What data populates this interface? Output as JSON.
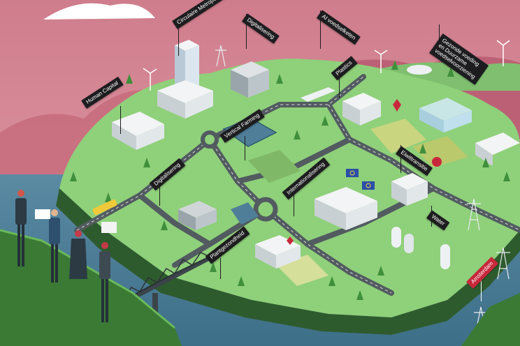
{
  "labels": {
    "human_capital": "Human Capital",
    "circulaire_metropool": "Circulaire Metropool",
    "digitalisering_top": "Digitalisering",
    "ai_voedselketen": "AI voedselketen",
    "plastics": "Plastics",
    "gezonde_voeding": "Gezonde voeding en Duurzame voedselvoorziening",
    "vertical_farming": "Vertical Farming",
    "digitalisering_left": "Digitalisering",
    "eiwittransitie": "Eiwittransitie",
    "internationalisering": "Internationalisering",
    "water": "Water",
    "plantgezondheid": "Plantgezondheid",
    "amsterdam": "Amsterdam"
  },
  "colors": {
    "sky": "#d98b98",
    "sky_top": "#c9707f",
    "island": "#8fd07a",
    "island_dark": "#5f9d52",
    "road": "#525b60",
    "water": "#4f7f98",
    "cliff": "#2d5a2b",
    "label_bg": "#1d1d1f",
    "accent_red": "#c8283c"
  },
  "icons": [
    "city-island-illustration",
    "wind-turbine-icon",
    "electricity-pylon-icon",
    "bridge-icon",
    "people-group-icon",
    "tree-icon",
    "greenhouse-icon",
    "flag-icon",
    "strawberry-icon",
    "tomato-icon"
  ]
}
